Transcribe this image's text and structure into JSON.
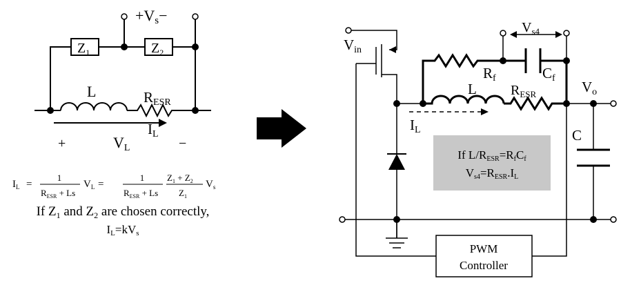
{
  "left_circuit": {
    "z1": "Z",
    "z1_sub": "1",
    "z2": "Z",
    "z2_sub": "2",
    "vs_plus": "+V",
    "vs_sub": "s",
    "vs_minus": "−",
    "inductor": "L",
    "resistor": "R",
    "resistor_sub": "ESR",
    "current": "I",
    "current_sub": "L",
    "vl_plus": "+",
    "vl": "V",
    "vl_sub": "L",
    "vl_minus": "−"
  },
  "equation": {
    "lhs": "I",
    "lhs_sub": "L",
    "eq1": "=",
    "frac1_num": "1",
    "frac1_den_r": "R",
    "frac1_den_r_sub": "ESR",
    "frac1_den_rest": " + Ls",
    "v1": "V",
    "v1_sub": "L",
    "eq2": "=",
    "frac2_num": "1",
    "frac2_den_r": "R",
    "frac2_den_r_sub": "ESR",
    "frac2_den_rest": " + Ls",
    "frac3_num": "Z",
    "frac3_num_sub1": "1",
    "frac3_num_mid": " + Z",
    "frac3_num_sub2": "2",
    "frac3_den": "Z",
    "frac3_den_sub": "1",
    "v2": "V",
    "v2_sub": "s"
  },
  "caption": {
    "line1_a": "If Z",
    "line1_sub1": "1",
    "line1_b": " and Z",
    "line1_sub2": "2",
    "line1_c": " are chosen correctly,",
    "line2_a": "I",
    "line2_sub1": "L",
    "line2_b": "=kV",
    "line2_sub2": "s"
  },
  "right_circuit": {
    "vin": "V",
    "vin_sub": "in",
    "vs4": "V",
    "vs4_sub": "s4",
    "rf": "R",
    "rf_sub": "f",
    "cf": "C",
    "cf_sub": "f",
    "inductor": "L",
    "resistor": "R",
    "resistor_sub": "ESR",
    "vo": "V",
    "vo_sub": "o",
    "current": "I",
    "current_sub": "L",
    "capacitor": "C",
    "condition_line1_a": "If L/R",
    "condition_line1_sub1": "ESR",
    "condition_line1_b": "=R",
    "condition_line1_sub2": "f",
    "condition_line1_c": "C",
    "condition_line1_sub3": "f",
    "condition_line2_a": "V",
    "condition_line2_sub1": "s4",
    "condition_line2_b": "=R",
    "condition_line2_sub2": "ESR",
    "condition_line2_c": ".I",
    "condition_line2_sub3": "L",
    "pwm_line1": "PWM",
    "pwm_line2": "Controller"
  },
  "colors": {
    "box_fill": "#c8c8c8",
    "ink": "#000000"
  }
}
